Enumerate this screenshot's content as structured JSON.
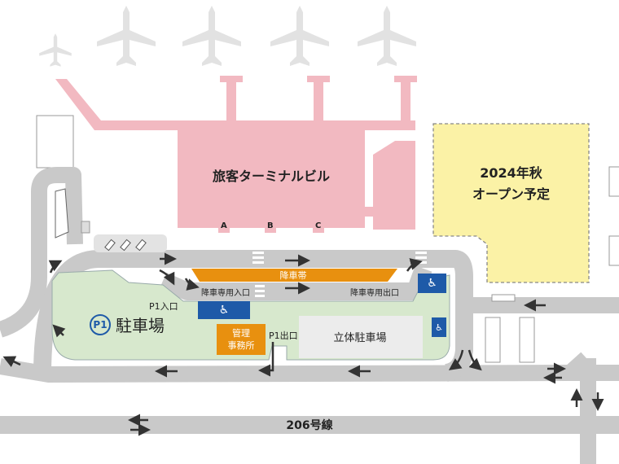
{
  "colors": {
    "terminal": "#f2b9c1",
    "road": "#c9c9c9",
    "parking": "#d7e8cd",
    "dropoff": "#e8900f",
    "accessible": "#1e5aa8",
    "future": "#fbf2a6",
    "garage": "#ececec"
  },
  "terminal": {
    "name": "旅客ターミナルビル",
    "gates": [
      "A",
      "B",
      "C"
    ]
  },
  "future_building": {
    "line1": "2024年秋",
    "line2": "オープン予定"
  },
  "dropoff": {
    "label": "降車帯",
    "entrance": "降車専用入口",
    "exit": "降車専用出口"
  },
  "parking": {
    "badge": "P1",
    "name": "駐車場",
    "entrance": "P1入口",
    "exit": "P1出口"
  },
  "office": {
    "line1": "管理",
    "line2": "事務所"
  },
  "garage": {
    "name": "立体駐車場"
  },
  "road": {
    "name": "206号線"
  },
  "icons": [
    "airplane-icon",
    "wheelchair-icon",
    "arrow-icon"
  ]
}
